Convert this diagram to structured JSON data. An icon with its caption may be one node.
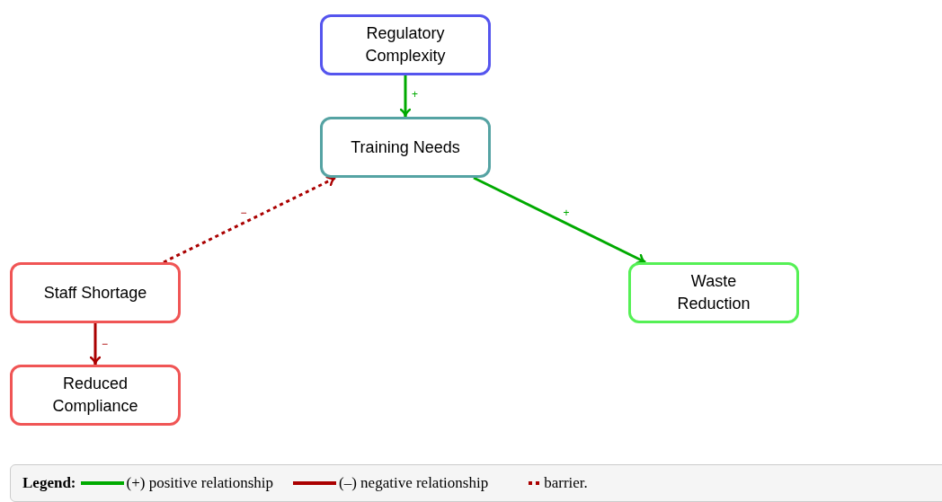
{
  "diagram": {
    "nodes": [
      {
        "text": [
          "Regulatory Complexity"
        ]
      },
      {
        "text": [
          "Training Needs"
        ]
      },
      {
        "text": [
          "Staff Shortage"
        ]
      },
      {
        "text": [
          "Reduced Compliance"
        ]
      },
      {
        "text": [
          "Waste Reduction"
        ]
      }
    ],
    "edges": [
      {
        "from": 0,
        "to": 1,
        "arrow": "to",
        "label": "+",
        "color": "#00aa00"
      },
      {
        "from": 2,
        "to": 1,
        "arrow": "to",
        "label": "−",
        "style": "dashed",
        "color": "#aa0000"
      },
      {
        "from": 1,
        "to": 4,
        "arrow": "to",
        "label": "+",
        "color": "#00aa00"
      },
      {
        "from": 2,
        "to": 3,
        "arrow": "to",
        "label": "−",
        "color": "#aa0000"
      }
    ],
    "labels": [
      "Legend:"
    ],
    "legend": [
      {
        "text": "(+) positive relationship"
      },
      {
        "text": "(–) negative relationship"
      },
      {
        "text": "barrier."
      }
    ]
  }
}
